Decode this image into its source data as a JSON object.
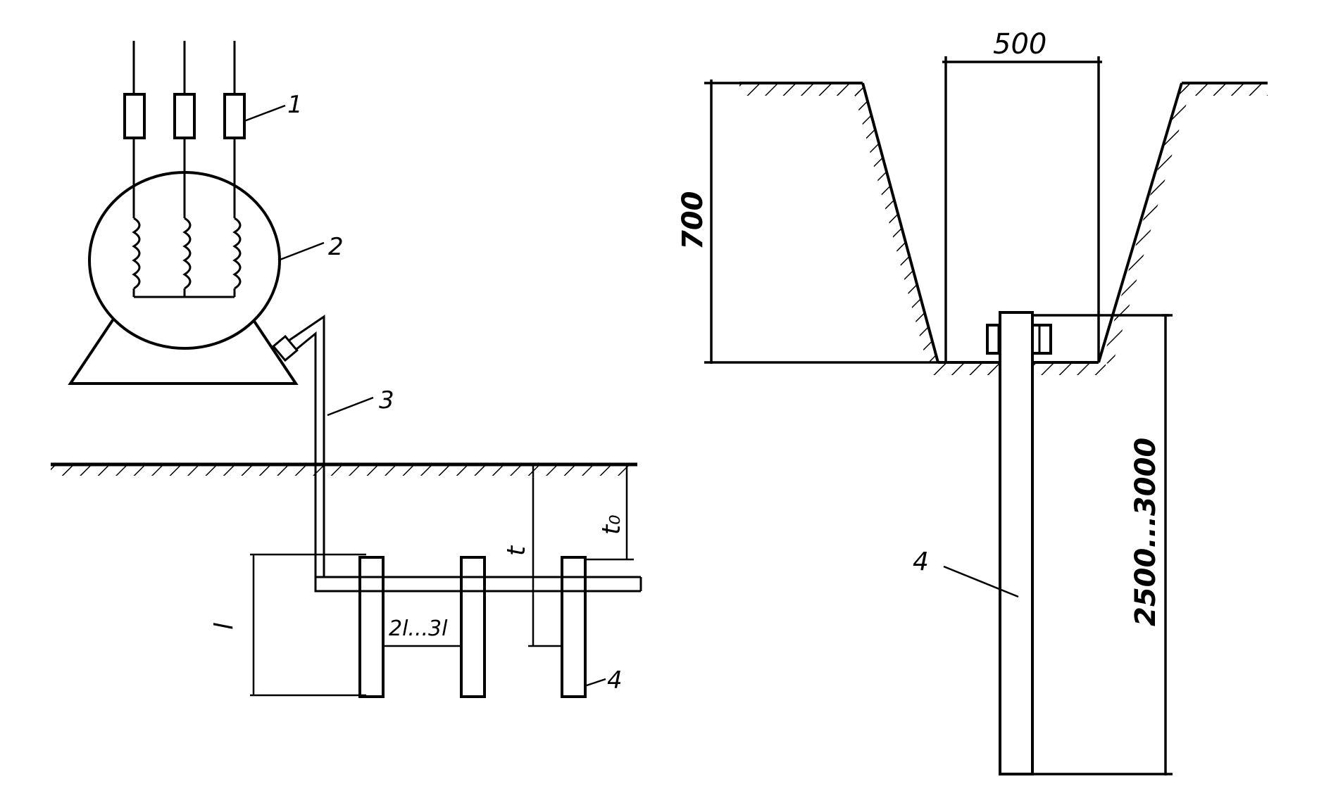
{
  "colors": {
    "ink": "#000000",
    "paper": "#ffffff"
  },
  "left_diagram": {
    "callouts": {
      "fuses": "1",
      "motor": "2",
      "ground_conductor": "3",
      "electrodes": "4"
    },
    "dimensions": {
      "electrode_spacing": "2l...3l",
      "depth_to_strip": "t₀",
      "depth_to_electrode_middle": "t",
      "electrode_length": "l"
    }
  },
  "right_diagram": {
    "callouts": {
      "electrode": "4"
    },
    "dimensions": {
      "trench_bottom_width": "500",
      "trench_depth": "700",
      "electrode_length": "2500...3000"
    }
  }
}
